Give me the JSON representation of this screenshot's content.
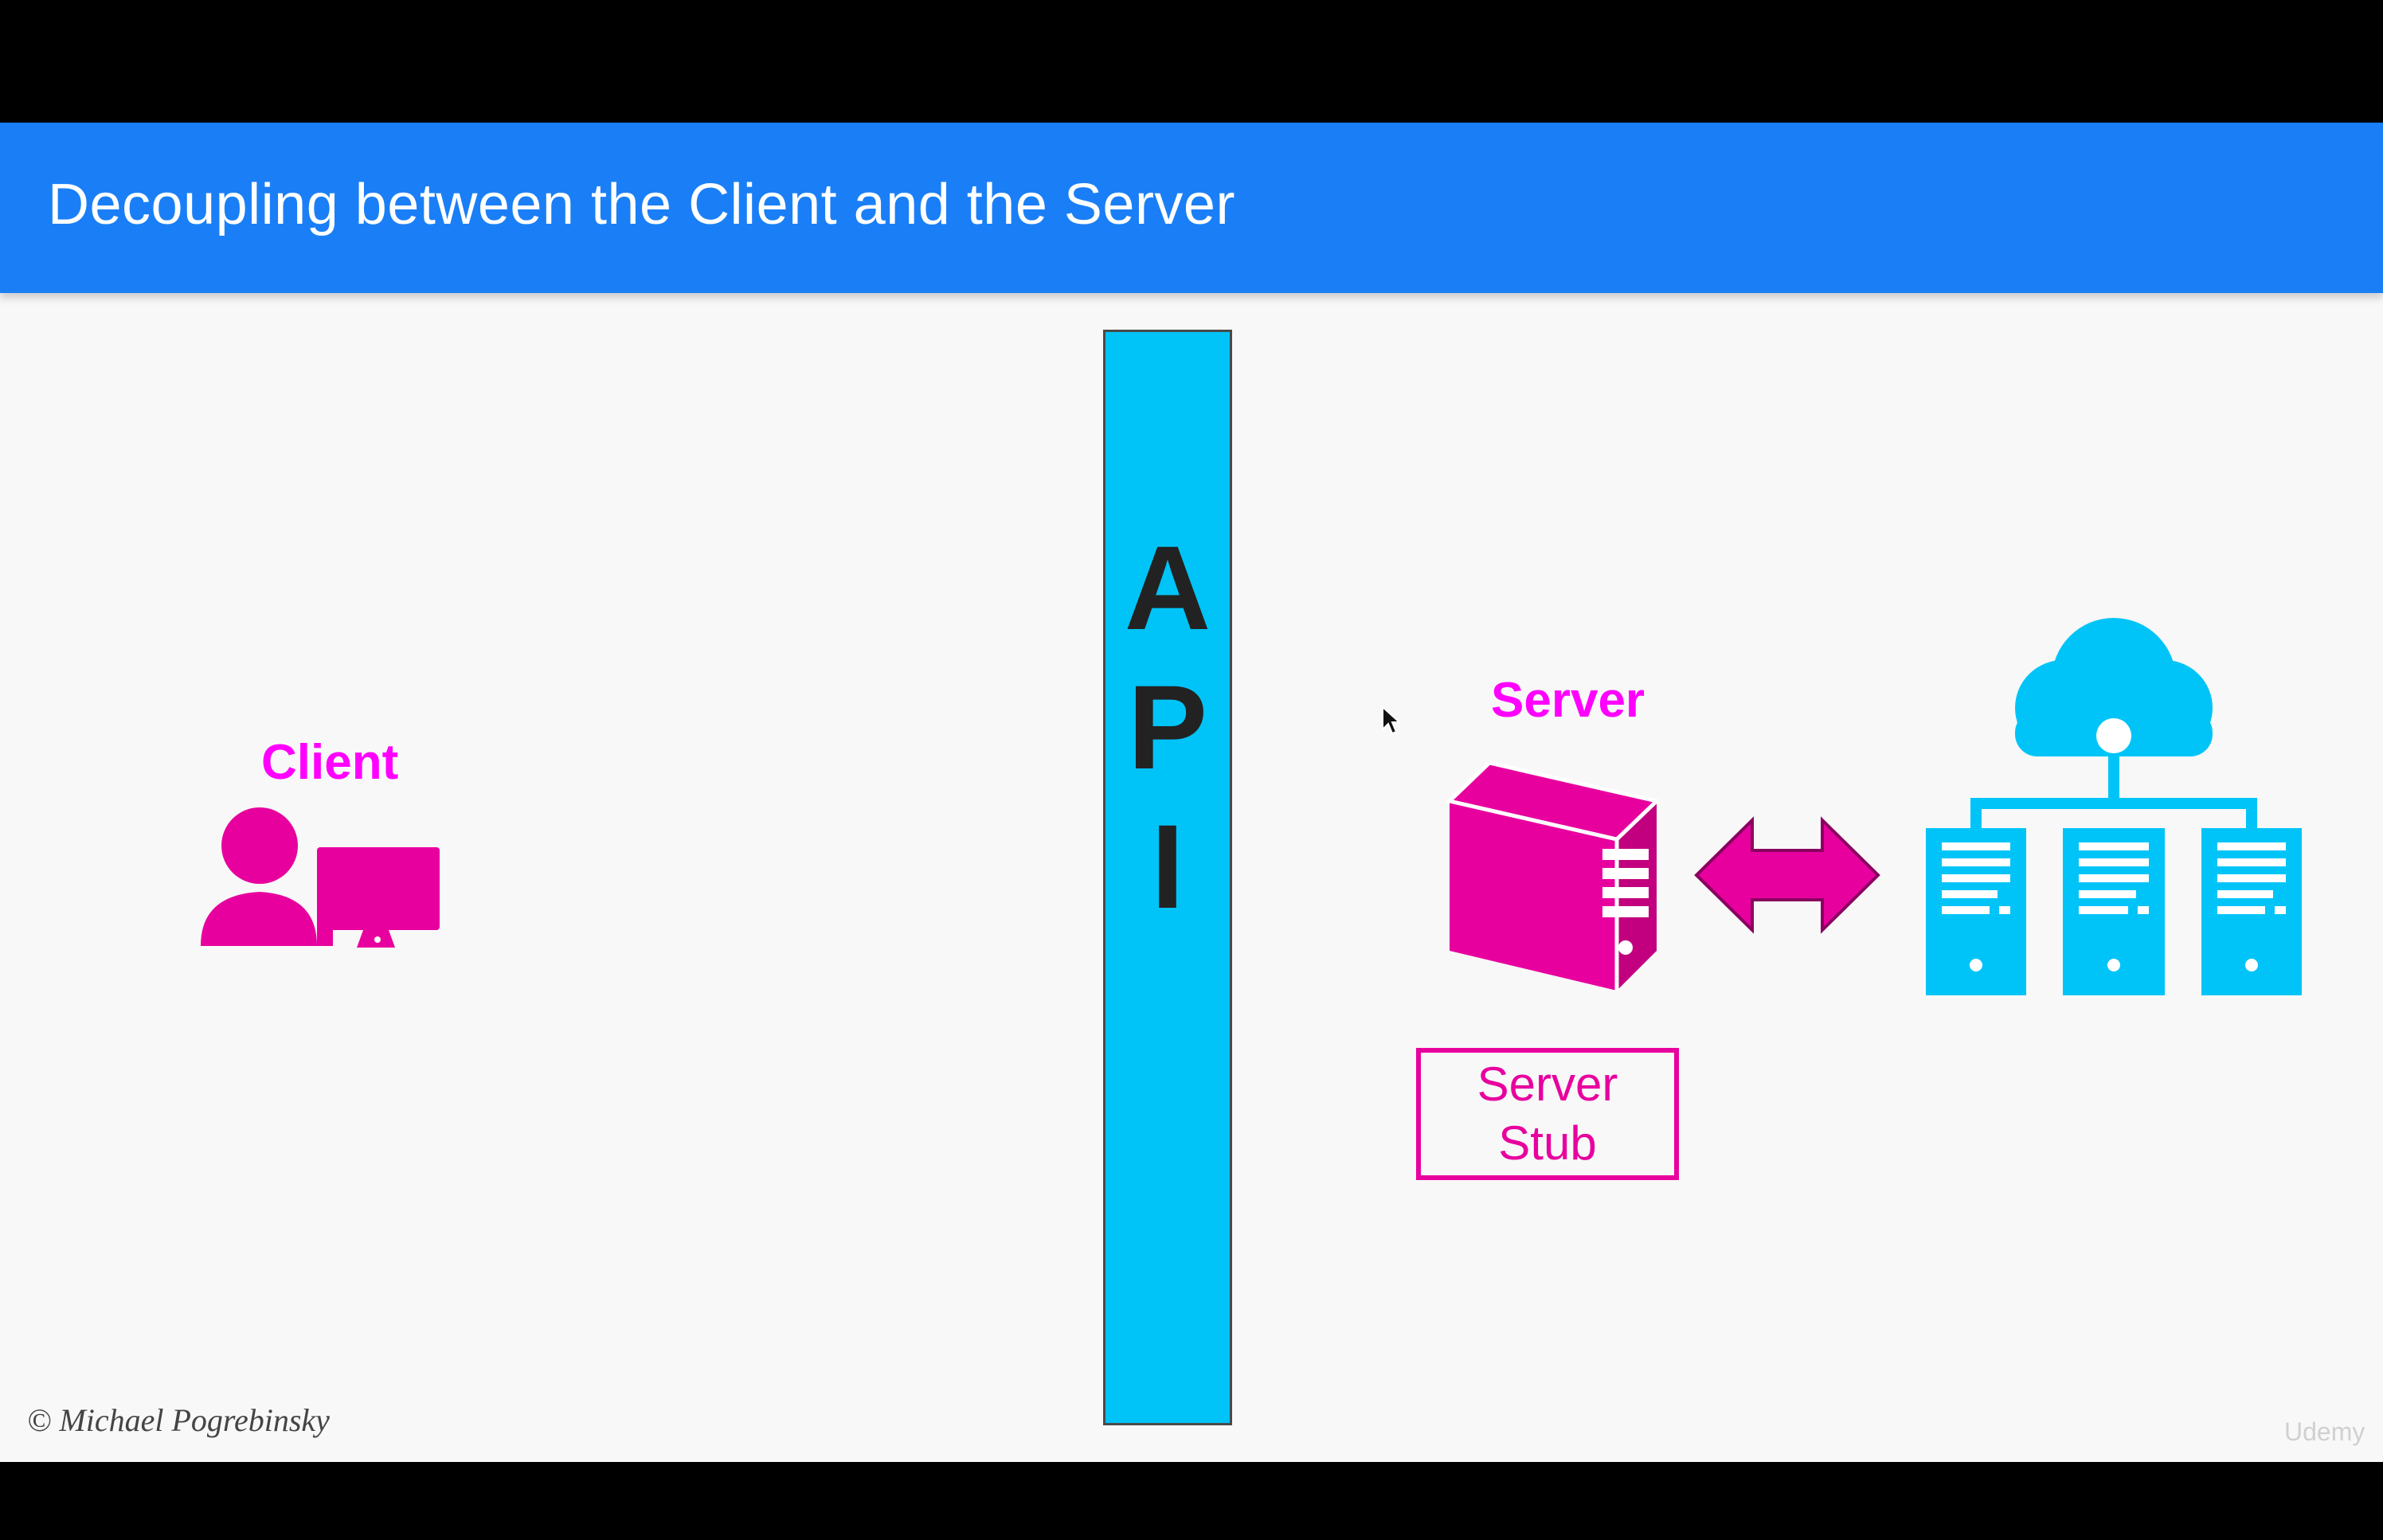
{
  "header": {
    "title": "Decoupling between the Client and the Server"
  },
  "api": {
    "letters": [
      "A",
      "P",
      "I"
    ]
  },
  "client": {
    "label": "Client"
  },
  "server": {
    "label": "Server",
    "stub_line1": "Server",
    "stub_line2": "Stub"
  },
  "footer": {
    "credit": "© Michael Pogrebinsky",
    "watermark": "Udemy"
  },
  "colors": {
    "header": "#1a7ff6",
    "api": "#00c4f8",
    "magenta": "#e8009f",
    "cyan": "#00c4f8",
    "background": "#f8f8f8"
  },
  "icons": [
    "user-computer-icon",
    "server-tower-icon",
    "double-arrow-icon",
    "cloud-network-icon",
    "mouse-cursor-icon"
  ]
}
